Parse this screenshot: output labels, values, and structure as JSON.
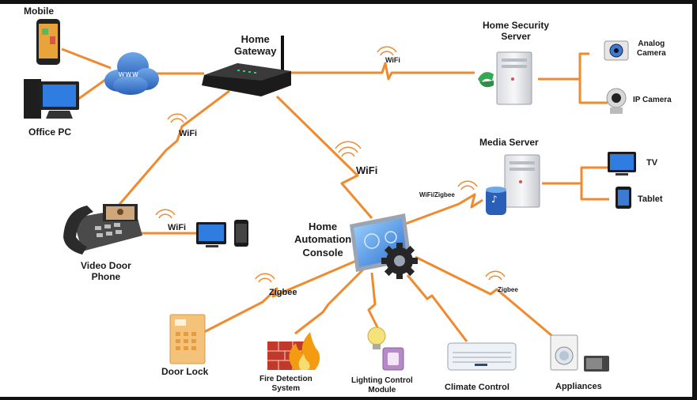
{
  "labels": {
    "mobile": "Mobile",
    "office_pc": "Office PC",
    "www": "WWW",
    "home_gateway": "Home\nGateway",
    "home_security_server": "Home Security\nServer",
    "analog_camera": "Analog\nCamera",
    "ip_camera": "IP Camera",
    "media_server": "Media Server",
    "tv": "TV",
    "tablet": "Tablet",
    "video_door_phone": "Video Door\nPhone",
    "home_automation_console": "Home\nAutomation\nConsole",
    "door_lock": "Door Lock",
    "fire_detection_system": "Fire Detection\nSystem",
    "lighting_control_module": "Lighting Control\nModule",
    "climate_control": "Climate Control",
    "appliances": "Appliances"
  },
  "links": {
    "wifi_security": "WiFi",
    "wifi_phone": "WiFi",
    "wifi_console": "WiFi",
    "wifi_tv": "WiFi",
    "wifi_zigbee_media": "WiFi/Zigbee",
    "zigbee_door": "Zigbee",
    "zigbee_appliances": "Zigbee"
  },
  "colors": {
    "line": "#F08A2E",
    "text": "#1a1a1a"
  }
}
